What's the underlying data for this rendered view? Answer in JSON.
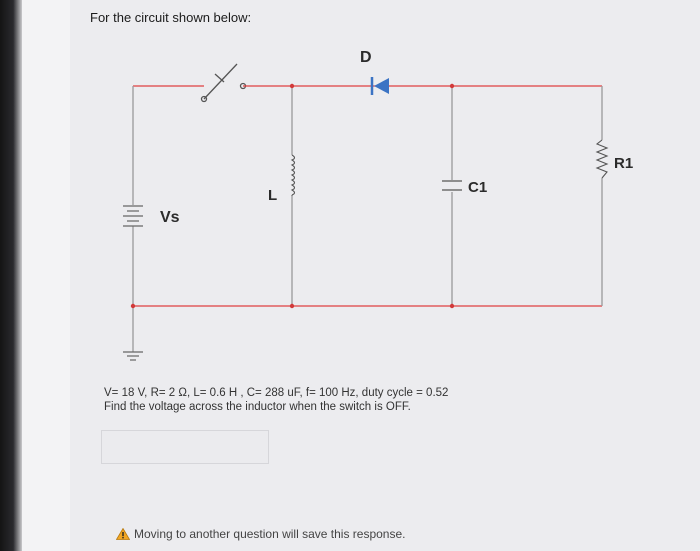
{
  "question": {
    "prompt": "For the circuit shown below:"
  },
  "circuit": {
    "labels": {
      "source": "Vs",
      "inductor": "L",
      "diode": "D",
      "capacitor": "C1",
      "resistor": "R1"
    },
    "colors": {
      "wire": "#e04040",
      "gray_wire": "#9a9a9a",
      "diode": "#3b73c4",
      "node": "#d23a3a",
      "label": "#2b2b2b"
    }
  },
  "params": {
    "line1": "V= 18 V, R= 2 Ω, L= 0.6 H , C= 288 uF, f= 100 Hz, duty cycle = 0.52",
    "line2": "Find  the voltage across the inductor when the switch is OFF."
  },
  "answer": {
    "value": ""
  },
  "footer": {
    "message": "Moving to another question will save this response.",
    "icon": "warning-icon"
  }
}
